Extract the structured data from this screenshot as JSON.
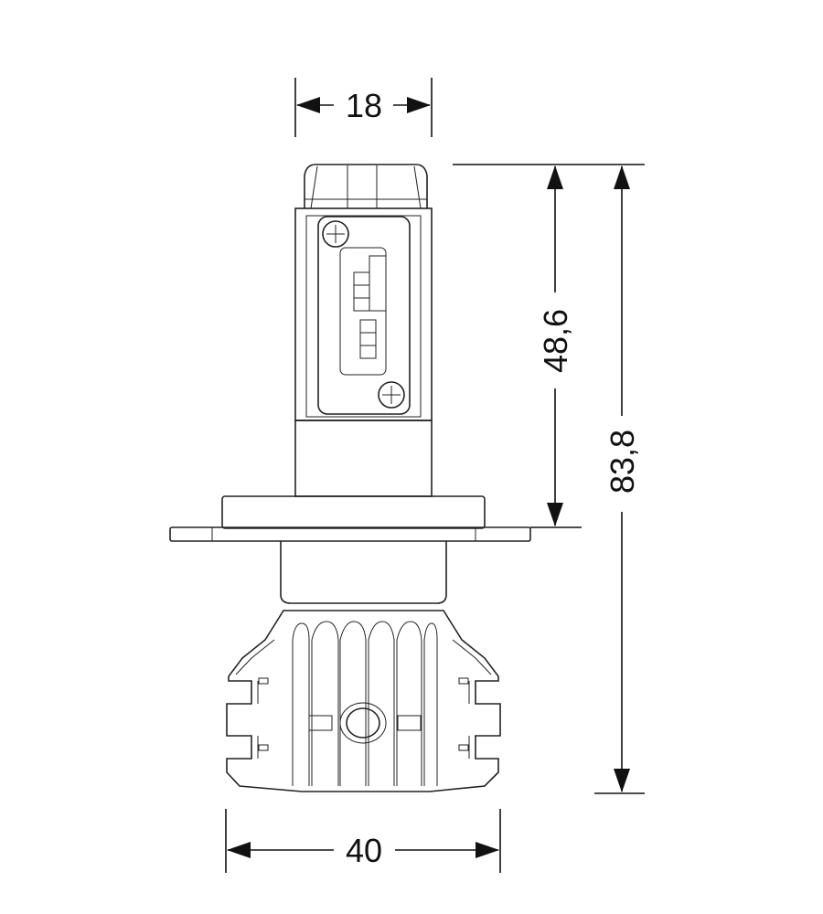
{
  "dimensions": {
    "top_width": "18",
    "base_width": "40",
    "upper_height": "48,6",
    "total_height": "83,8"
  },
  "colors": {
    "line": "#222222",
    "background": "#ffffff"
  }
}
